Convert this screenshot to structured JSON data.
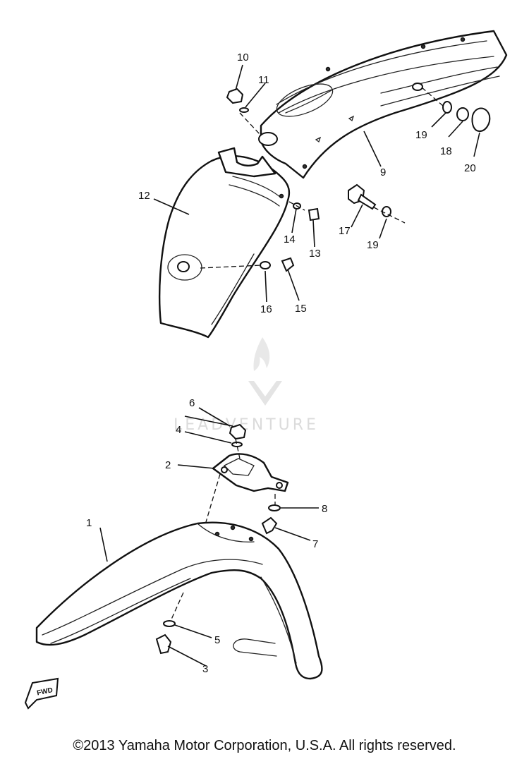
{
  "diagram": {
    "callouts": [
      {
        "id": "1",
        "label": "1"
      },
      {
        "id": "2",
        "label": "2"
      },
      {
        "id": "3",
        "label": "3"
      },
      {
        "id": "4",
        "label": "4"
      },
      {
        "id": "5",
        "label": "5"
      },
      {
        "id": "6",
        "label": "6"
      },
      {
        "id": "7",
        "label": "7"
      },
      {
        "id": "8",
        "label": "8"
      },
      {
        "id": "9",
        "label": "9"
      },
      {
        "id": "10",
        "label": "10"
      },
      {
        "id": "11",
        "label": "11"
      },
      {
        "id": "12",
        "label": "12"
      },
      {
        "id": "13",
        "label": "13"
      },
      {
        "id": "14",
        "label": "14"
      },
      {
        "id": "15a",
        "label": "15"
      },
      {
        "id": "15b",
        "label": "15"
      },
      {
        "id": "16",
        "label": "16"
      },
      {
        "id": "17",
        "label": "17"
      },
      {
        "id": "18",
        "label": "18"
      },
      {
        "id": "19a",
        "label": "19"
      },
      {
        "id": "19b",
        "label": "19"
      },
      {
        "id": "20",
        "label": "20"
      }
    ],
    "direction_marker": "FWD",
    "watermark": "LEADVENTURE"
  },
  "footer": {
    "copyright": "©2013 Yamaha Motor Corporation, U.S.A. All rights reserved."
  }
}
